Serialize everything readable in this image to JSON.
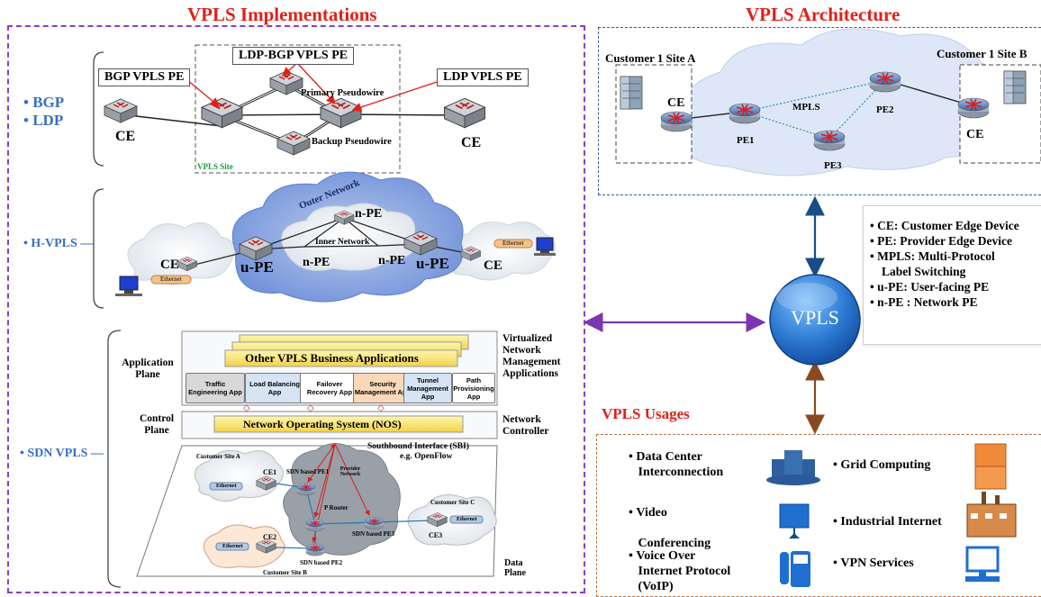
{
  "titles": {
    "implementations": "VPLS Implementations",
    "architecture": "VPLS Architecture",
    "usages": "VPLS Usages"
  },
  "bgp_ldp": {
    "bullets": [
      "BGP",
      "LDP"
    ],
    "ldp_bgp_pe": "LDP-BGP VPLS PE",
    "bgp_pe": "BGP VPLS PE",
    "ldp_pe": "LDP VPLS PE",
    "primary": "Primary Pseudowire",
    "backup": "Backup Pseudowire",
    "vpls_site": "VPLS Site",
    "ce_left": "CE",
    "ce_right": "CE"
  },
  "hvpls": {
    "bullet": "H-VPLS",
    "outer": "Outer Network",
    "inner": "Inner Network",
    "npe_top": "n-PE",
    "npe_left": "n-PE",
    "npe_right": "n-PE",
    "upe_left": "u-PE",
    "upe_right": "u-PE",
    "ce_left": "CE",
    "ce_right": "CE",
    "ethernet": "Ethernet"
  },
  "sdn": {
    "bullet": "SDN VPLS",
    "other_apps": "Other VPLS Business Applications",
    "application_plane": "Application Plane",
    "control_plane": "Control Plane",
    "data_plane": "Data Plane",
    "apps": [
      {
        "label": "Traffic Engineering App",
        "color": "#d8d8d8"
      },
      {
        "label": "Load Balancing App",
        "color": "#d6e4f4"
      },
      {
        "label": "Failover Recovery App",
        "color": "#ffffff"
      },
      {
        "label": "Security Management App",
        "color": "#fbd8b8"
      },
      {
        "label": "Tunnel Management App",
        "color": "#d6e4f4"
      },
      {
        "label": "Path Provisioning App",
        "color": "#ffffff"
      }
    ],
    "nos": "Network Operating System (NOS)",
    "vnma": "Virtualized Network Management Applications",
    "network_controller": "Network Controller",
    "sbi": "Southbound Interface (SBI)",
    "openflow": "e.g. OpenFlow",
    "site_a": "Customer Site A",
    "site_b": "Customer Site B",
    "site_c": "Customer Site C",
    "ce1": "CE1",
    "ce2": "CE2",
    "ce3": "CE3",
    "pe1": "SDN based PE1",
    "pe2": "SDN based PE2",
    "pe3": "SDN based PE3",
    "p_router": "P Router",
    "provider_network": "Provider Network",
    "ethernet": "Ethernet"
  },
  "arch": {
    "site_a": "Customer 1 Site A",
    "site_b": "Customer 1 Site B",
    "ce_left": "CE",
    "ce_right": "CE",
    "pe1": "PE1",
    "pe2": "PE2",
    "pe3": "PE3",
    "mpls": "MPLS"
  },
  "center": {
    "vpls": "VPLS"
  },
  "legend": [
    "CE: Customer Edge Device",
    "PE: Provider Edge Device",
    "MPLS: Multi-Protocol",
    "Label Switching",
    "u-PE: User-facing PE",
    "n-PE : Network PE"
  ],
  "usages": {
    "dc1": "Data Center",
    "dc2": "Interconnection",
    "grid": "Grid Computing",
    "video1": "Video",
    "video2": "Conferencing",
    "industrial": "Industrial Internet",
    "voip1": "Voice Over",
    "voip2": "Internet Protocol",
    "voip3": "(VoIP)",
    "vpn": "VPN Services"
  },
  "colors": {
    "title_red": "#e0201a",
    "bullet_blue": "#3a6fc4",
    "purple_border": "#8a3fc0",
    "blue_border": "#2a5fa0",
    "brown_border": "#b07040",
    "vpls_circle": "#2a78d0"
  }
}
